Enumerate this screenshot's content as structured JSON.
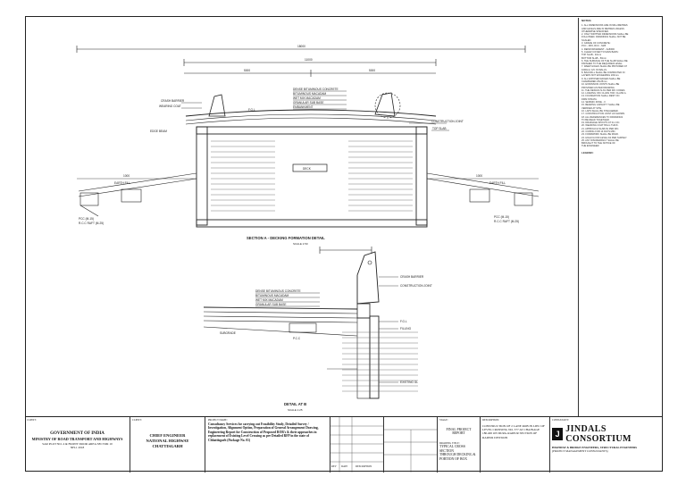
{
  "main_section": {
    "title": "SECTION A - DECKING FORMATION DETAIL",
    "scale": "SCALE 1:50",
    "dims": {
      "overall": "18000",
      "inner": "11000",
      "left_part": "5000",
      "right_part": "5000",
      "wing": "1000"
    },
    "layers": [
      "DENSE BITUMINOUS CONCRETE",
      "BITUMINOUS MACADAM",
      "WET MIX MACADAM",
      "GRANULAR SUB BASE",
      "EMBANKMENT"
    ],
    "labels": {
      "fgl": "F.G.L",
      "crash_barrier": "CRASH BARRIER",
      "construction_joint": "CONSTRUCTION JOINT",
      "top_slab": "TOP SLAB",
      "wearing": "WEARING COAT",
      "deck": "DECK",
      "pcc": "PCC (M-15)",
      "rcc_raft": "R.C.C RAFT (M-25)",
      "edge": "EDGE BEAM",
      "fill": "EARTH FILL"
    }
  },
  "detail_section": {
    "title": "DETAIL AT B",
    "scale": "SCALE 1:25",
    "layers": [
      "DENSE BITUMINOUS CONCRETE",
      "BITUMINOUS MACADAM",
      "WET MIX MACADAM",
      "GRANULAR SUB BASE"
    ],
    "labels": {
      "crash_barrier": "CRASH BARRIER",
      "construction_joint": "CONSTRUCTION JOINT",
      "subgrade": "SUBGRADE",
      "fgl": "F.G.L",
      "filling": "FILLING",
      "pcc": "P.C.C",
      "soil": "EXISTING GL"
    }
  },
  "notes": {
    "heading": "NOTES:",
    "lines": [
      "1. ALL DIMENSIONS ARE IN MILLIMETRES",
      "   AND LEVELS ARE IN METRES UNLESS",
      "   OTHERWISE SPECIFIED.",
      "2. ONLY WRITTEN DIMENSIONS SHALL BE",
      "   FOLLOWED. DRAWINGS SHALL NOT BE",
      "   SCALED.",
      "3. GRADE OF CONCRETE:",
      "   PCC - M15, RCC - M25",
      "4. REINFORCEMENT - Fe500D",
      "5. CLEAR COVER TO MAIN BARS:",
      "   TOP SLAB - 40mm",
      "   BOTTOM SLAB - 50mm",
      "6. THE SURFACE OF THE SLAB SHALL BE",
      "   FINISHED TO THE REQUIRED LEVEL.",
      "7. WEEP HOLES SHALL BE PROVIDED AT",
      "   1000mm C/C IN WALLS.",
      "8. BACKFILL SHALL BE COMPACTED IN",
      "   LAYERS NOT EXCEEDING 200mm.",
      "9. ALL EXPOSED EDGES SHALL BE",
      "   CHAMFERED 25x25mm.",
      "10. EXPANSION JOINTS SHALL BE",
      "   PROVIDED AS PER DRAWING.",
      "11. THE DESIGN IS AS PER IRC CODES.",
      "12. LOADING: IRC CLASS 70R / CLASS A.",
      "13. FOUNDATION SHALL REST ON",
      "   FIRM STRATA.",
      "14. SEISMIC ZONE - II",
      "15. BEARING CAPACITY SHALL BE",
      "   VERIFIED AT SITE.",
      "16. LAPS SHALL BE STAGGERED.",
      "17. CONSTRUCTION JOINT AS SHOWN.",
      "18. ALL REFERENCES TO DRAWINGS",
      "   TO BE READ TOGETHER.",
      "19. DRAINAGE SPOUTS AT 3m C/C.",
      "20. WEARING COAT 65mm THICK.",
      "21. APPROACH SLAB AS PER IRC.",
      "22. CURING FOR 14 DAYS MIN.",
      "23. FORMWORK SHALL BE RIGID.",
      "24. HIGH FLOOD LEVEL AS PER SURVEY.",
      "25. ANY DISCREPANCY SHALL BE",
      "   BROUGHT TO THE NOTICE OF",
      "   THE ENGINEER."
    ],
    "legend_title": "LEGEND:"
  },
  "title_block": {
    "client_label": "CLIENT:",
    "client": [
      "GOVERNMENT OF INDIA",
      "MINISTRY OF ROAD TRANSPORT AND HIGHWAYS"
    ],
    "client_sub": [
      "SAR PLOT NO. 4 & FRONT DOOR AREA SECTOR 10",
      "NH-1 2018"
    ],
    "engineer_label": "CLIENT:",
    "engineer": [
      "CHIEF ENGINEER",
      "NATIONAL HIGHWAY",
      "CHATTISGARH"
    ],
    "project_label": "PROJECT NAME:",
    "project": "Consultancy Services for carrying out Feasibility Study, Detailed Survey / Investigation, Alignment Option, Preparation of General Arrangement Drawing, Engineering Report for Construction of Proposed ROB's & their approaches in replacement of Existing Level Crossing as per Detailed RFP in the state of Chhattisgarh (Package No. 01)",
    "revision_headers": [
      "REV",
      "DATE",
      "DESCRIPTION"
    ],
    "drawing_stage_label": "STAGE:",
    "drawing_stage": "FINAL PROJECT REPORT",
    "drawing_title_label": "DRAWING TITLE:",
    "drawing_title": [
      "TYPICAL CROSS SECTION",
      "THROUGH DECKING &",
      "PORTION OF BOX"
    ],
    "description_label": "DESCRIPTION:",
    "description": "CONSTRUCTION OF 2 LANE ROB IN LIEU OF LEVEL CROSSING NO. 377 AT CHAINAGE 180.400 ON DURG-RAIPUR SECTION OF RAIPUR DIVISION",
    "consultant_label": "CONSULTANT:",
    "consultant": "JINDALS CONSORTIUM",
    "consultant_sub": "HIGHWAY & BRIDGE ENGINEERS, STRUCTURAL ENGINEERS",
    "consultant_sub2": "(PROJECT MANAGEMENT CONSULTANTS)"
  }
}
